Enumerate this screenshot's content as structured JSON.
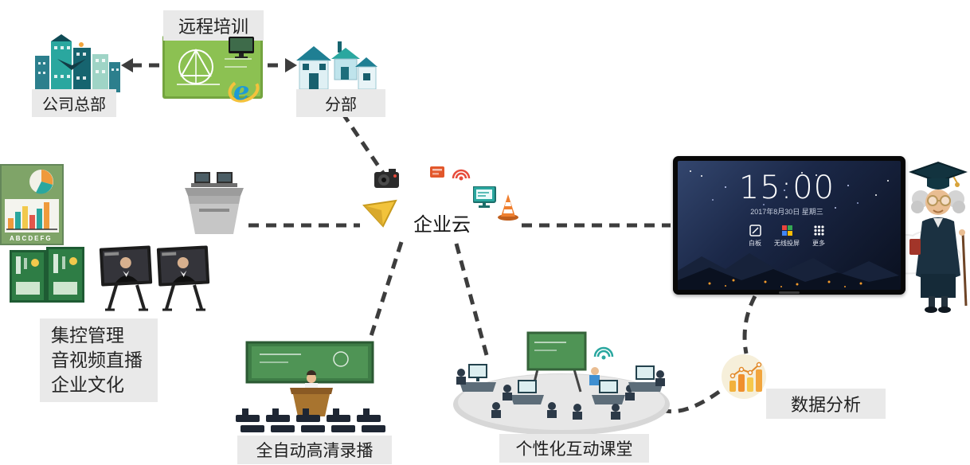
{
  "nodes": {
    "remote_training": {
      "label": "远程培训"
    },
    "headquarters": {
      "label": "公司总部"
    },
    "branch": {
      "label": "分部"
    },
    "cloud": {
      "label": "企业云"
    },
    "services": {
      "lines": [
        "集控管理",
        "音视频直播",
        "企业文化"
      ]
    },
    "recording": {
      "label": "全自动高清录播"
    },
    "interactive": {
      "label": "个性化互动课堂"
    },
    "analysis": {
      "label": "数据分析"
    }
  },
  "display": {
    "clock": "15:00",
    "date": "2017年8月30日 星期三",
    "shortcuts": [
      {
        "icon": "pen-icon",
        "label": "白板"
      },
      {
        "icon": "screenshare-icon",
        "label": "无线投屏"
      },
      {
        "icon": "more-apps-icon",
        "label": "更多"
      }
    ]
  },
  "poster_chart": {
    "caption": "ABCDEFG"
  },
  "ie_logo_letter": "e",
  "colors": {
    "teal": "#2aa79f",
    "board_green": "#8cc152",
    "classroom_green": "#4f9455",
    "label_bg": "#e9e9e9",
    "line_dark": "#3d3d3d",
    "orange": "#ef8f2e",
    "display_sky": "#16223f"
  }
}
